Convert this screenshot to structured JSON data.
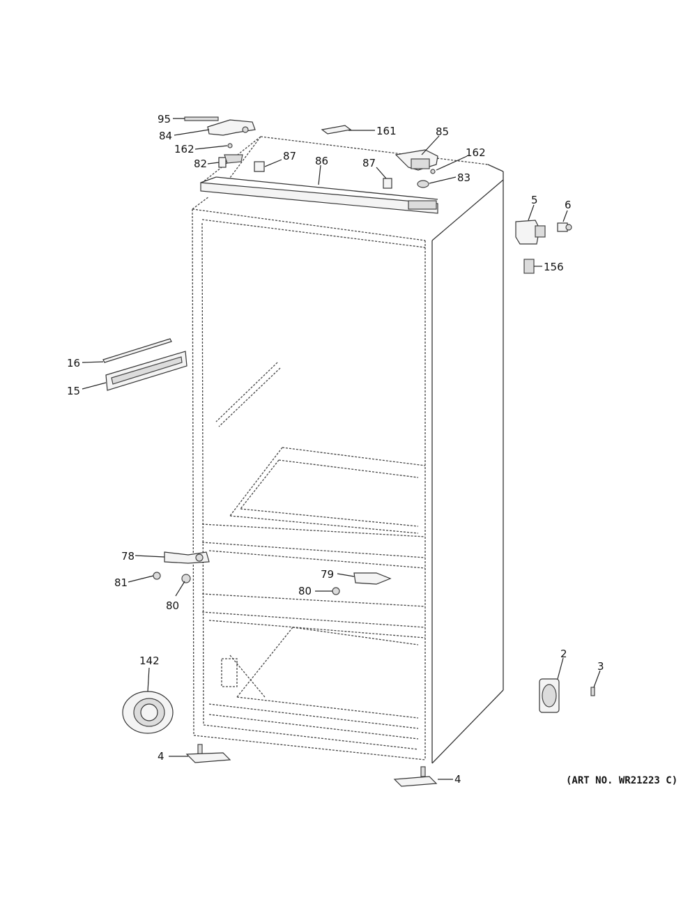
{
  "labels": {
    "p95": "95",
    "p84": "84",
    "p162a": "162",
    "p82": "82",
    "p87a": "87",
    "p86": "86",
    "p87b": "87",
    "p161": "161",
    "p85": "85",
    "p162b": "162",
    "p83": "83",
    "p5": "5",
    "p6": "6",
    "p156": "156",
    "p16": "16",
    "p15": "15",
    "p78": "78",
    "p81": "81",
    "p80a": "80",
    "p79": "79",
    "p80b": "80",
    "p142": "142",
    "p2": "2",
    "p3": "3",
    "p4a": "4",
    "p4b": "4"
  },
  "art_number": "(ART NO. WR21223 C)"
}
